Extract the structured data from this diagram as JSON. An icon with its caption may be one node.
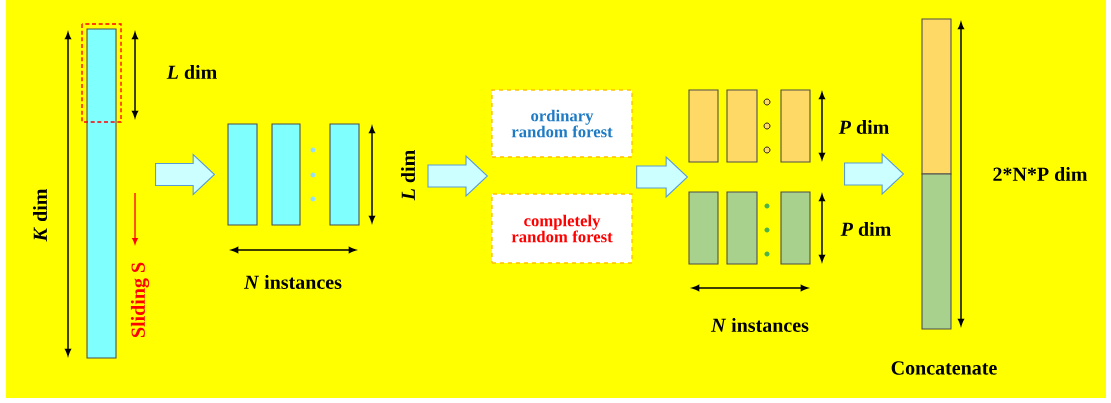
{
  "diagram": {
    "nodes": [
      {
        "text": [],
        "shape": "bar"
      },
      {
        "text": [],
        "shape": "bar"
      },
      {
        "text": [],
        "shape": "bar"
      },
      {
        "text": [],
        "shape": "bar"
      },
      {
        "text": [
          "ordinary random forest"
        ]
      },
      {
        "text": [
          "completely random forest"
        ]
      },
      {
        "text": [],
        "shape": "bar"
      },
      {
        "text": [],
        "shape": "bar"
      },
      {
        "text": [],
        "shape": "bar"
      },
      {
        "text": [],
        "shape": "bar"
      },
      {
        "text": [],
        "shape": "bar"
      },
      {
        "text": [],
        "shape": "bar"
      },
      {
        "text": [],
        "shape": "bar"
      },
      {
        "text": [],
        "shape": "bar"
      }
    ],
    "edges": [
      {
        "from": 0,
        "to": 1,
        "arrow": "to"
      },
      {
        "from": null,
        "to": 4,
        "arrow": "to"
      },
      {
        "from": null,
        "to": 5,
        "arrow": "to"
      },
      {
        "from": 4,
        "to": 6,
        "arrow": "to"
      },
      {
        "from": 5,
        "to": 9,
        "arrow": "to"
      },
      {
        "from": 8,
        "to": 12,
        "arrow": "to"
      },
      {
        "from": 11,
        "to": 13,
        "arrow": "to"
      }
    ],
    "labels": [
      "*L* dim",
      "*K* dim",
      "Sliding S",
      "*L* dim",
      "*N* instances",
      "*P* dim",
      "*P* dim",
      "2*N*P dim",
      "*N* instances",
      "Concatenate"
    ]
  }
}
